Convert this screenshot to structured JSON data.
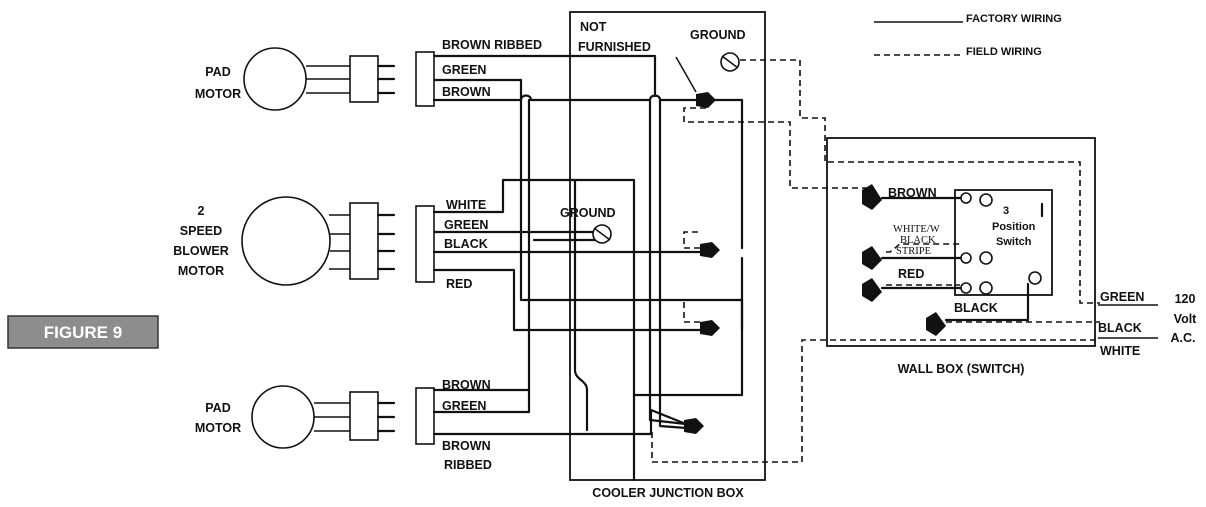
{
  "figure_label": "FIGURE 9",
  "legend": {
    "factory": "FACTORY WIRING",
    "field": "FIELD WIRING"
  },
  "components": {
    "pad_motor_top": [
      "PAD",
      "MOTOR"
    ],
    "blower_motor": [
      "2",
      "SPEED",
      "BLOWER",
      "MOTOR"
    ],
    "pad_motor_bottom": [
      "PAD",
      "MOTOR"
    ],
    "junction_box": "COOLER JUNCTION BOX",
    "wall_box": "WALL BOX (SWITCH)",
    "not_furnished": [
      "NOT",
      "FURNISHED"
    ],
    "ground_top": "GROUND",
    "ground_mid": "GROUND",
    "switch": [
      "3",
      "Position",
      "Switch"
    ]
  },
  "wires": {
    "brown_ribbed_top": "BROWN RIBBED",
    "green_top": "GREEN",
    "brown_top": "BROWN",
    "white_blower": "WHITE",
    "green_blower": "GREEN",
    "black_blower": "BLACK",
    "red_blower": "RED",
    "brown_bottom": "BROWN",
    "green_bottom": "GREEN",
    "brown_ribbed_bottom": [
      "BROWN",
      "RIBBED"
    ],
    "switch_brown": "BROWN",
    "switch_white_black": [
      "WHITE/W",
      "BLACK",
      "STRIPE"
    ],
    "switch_red": "RED",
    "switch_black": "BLACK",
    "supply_green": "GREEN",
    "supply_black": "BLACK",
    "supply_white": "WHITE"
  },
  "supply": [
    "120",
    "Volt",
    "A.C."
  ]
}
